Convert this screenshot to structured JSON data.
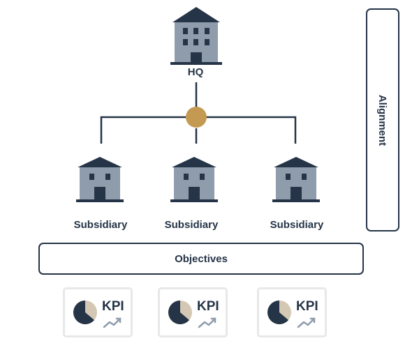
{
  "diagram": {
    "hq": {
      "label": "HQ",
      "icon": "building-icon"
    },
    "hub_node": {
      "icon": "connector-node"
    },
    "subsidiaries": [
      {
        "label": "Subsidiary",
        "icon": "building-icon"
      },
      {
        "label": "Subsidiary",
        "icon": "building-icon"
      },
      {
        "label": "Subsidiary",
        "icon": "building-icon"
      }
    ],
    "objectives": {
      "label": "Objectives"
    },
    "alignment": {
      "label": "Alignment"
    },
    "kpi_cards": [
      {
        "label": "KPI",
        "icons": [
          "pie-chart-icon",
          "trend-line-icon"
        ]
      },
      {
        "label": "KPI",
        "icons": [
          "pie-chart-icon",
          "trend-line-icon"
        ]
      },
      {
        "label": "KPI",
        "icons": [
          "pie-chart-icon",
          "trend-line-icon"
        ]
      }
    ]
  },
  "colors": {
    "navy": "#253447",
    "building_fill": "#8e9cac",
    "gold": "#c49a52",
    "pie_beige": "#d4c8b4",
    "card_border": "#e6e8ea"
  }
}
